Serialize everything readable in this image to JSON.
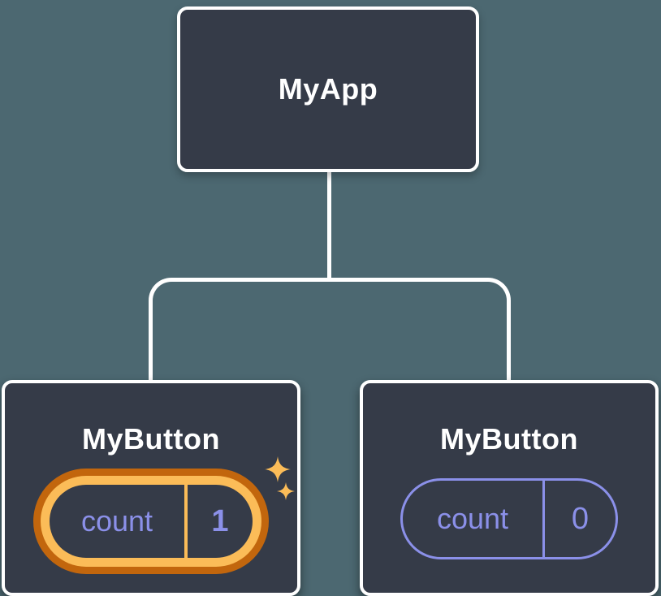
{
  "colors": {
    "background": "#4C6871",
    "node_fill": "#353B48",
    "node_border": "#FFFFFF",
    "label_text": "#FFFFFF",
    "state_text": "#8B90E9",
    "highlight_outer": "#C2660D",
    "highlight_inner": "#FBBC58"
  },
  "tree": {
    "root": {
      "label": "MyApp"
    },
    "children": [
      {
        "label": "MyButton",
        "state": {
          "key": "count",
          "value": "1"
        },
        "highlighted": true,
        "icon": "sparkles-icon"
      },
      {
        "label": "MyButton",
        "state": {
          "key": "count",
          "value": "0"
        },
        "highlighted": false
      }
    ]
  }
}
